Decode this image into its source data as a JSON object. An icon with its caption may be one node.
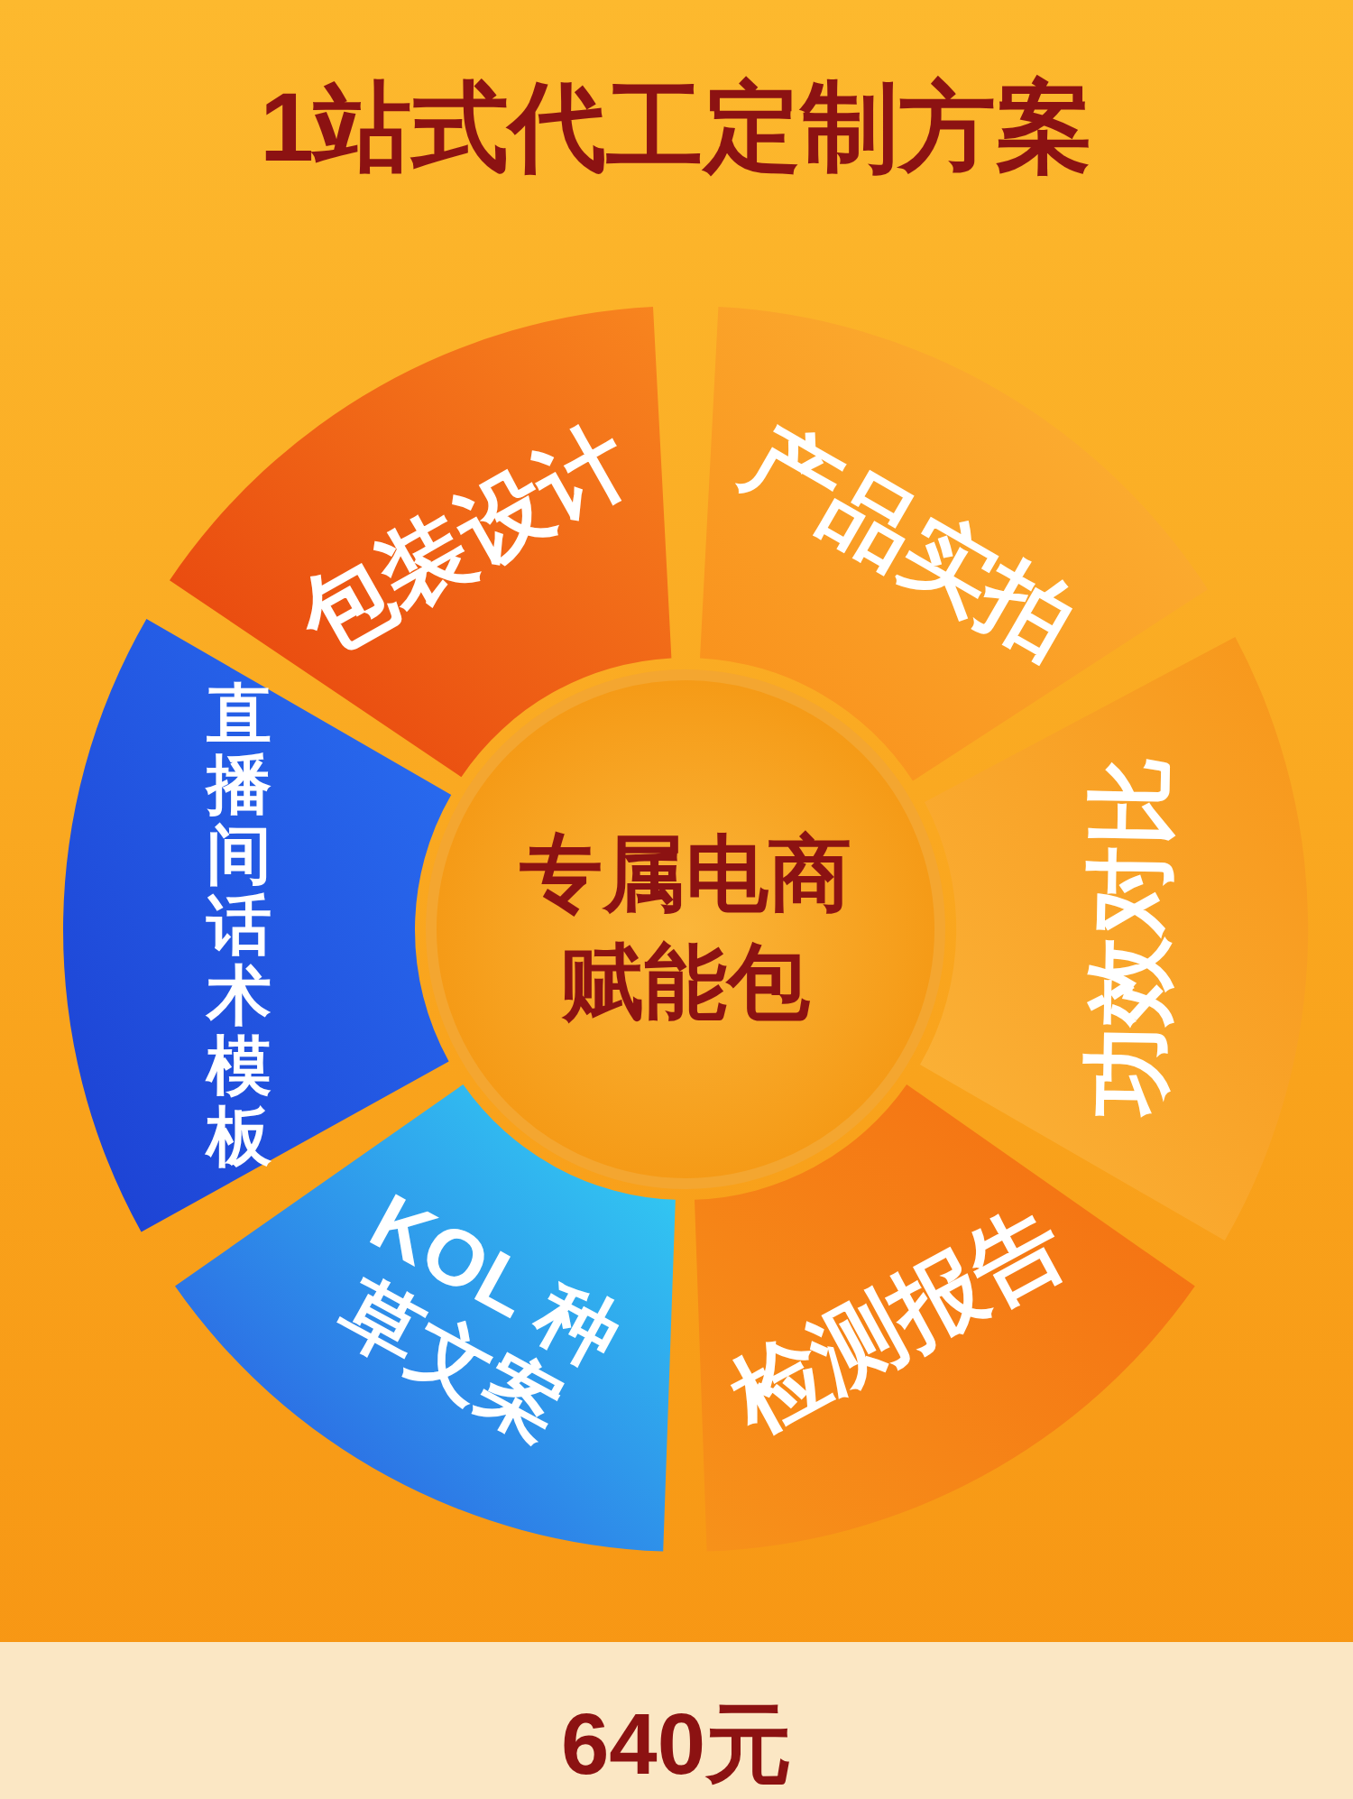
{
  "diagram": {
    "title": "1站式代工定制方案",
    "nodes": [
      {
        "text": [
          "包装设计"
        ]
      },
      {
        "text": [
          "产品实拍"
        ]
      },
      {
        "text": [
          "功效对比"
        ]
      },
      {
        "text": [
          "检测报告"
        ]
      },
      {
        "text": [
          "KOL 种草文案"
        ]
      },
      {
        "text": [
          "直播间话术模板"
        ]
      },
      {
        "text": [
          "专属电商赋能包"
        ]
      }
    ],
    "labels": [
      "640元"
    ]
  }
}
